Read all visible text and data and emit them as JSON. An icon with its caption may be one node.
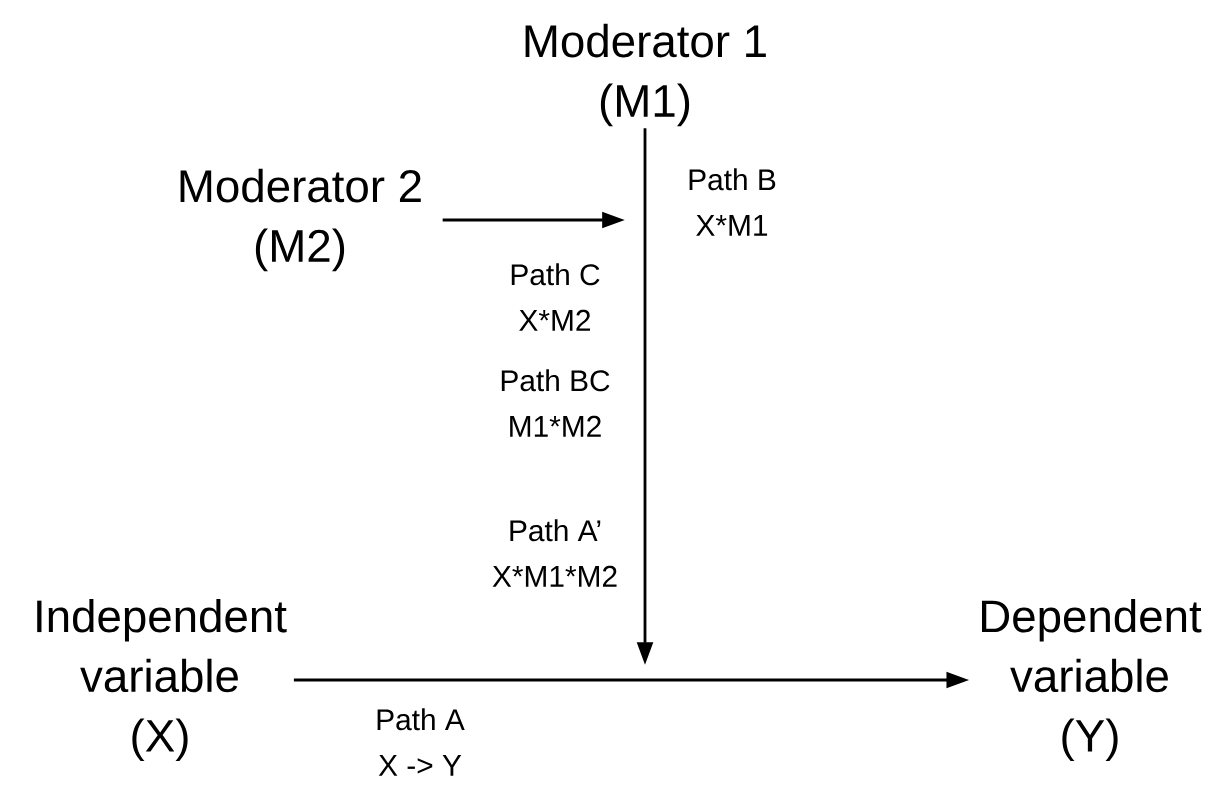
{
  "diagram": {
    "nodes": [
      {
        "text": [
          "Moderator 1 (M1)"
        ]
      },
      {
        "text": [
          "Moderator 2 (M2)"
        ]
      },
      {
        "text": [
          "Independent variable (X)"
        ]
      },
      {
        "text": [
          "Dependent variable (Y)"
        ]
      }
    ],
    "edges": [
      {
        "from": 2,
        "to": 3,
        "arrow": "to",
        "label": "Path A X -> Y"
      },
      {
        "from": 0,
        "to": null,
        "arrow": "to",
        "label": "Path B X*M1"
      },
      {
        "from": 1,
        "to": null,
        "arrow": "to",
        "label": "Path C X*M2"
      }
    ],
    "labels": [
      "Path BC M1*M2",
      "Path A’ X*M1*M2"
    ]
  }
}
